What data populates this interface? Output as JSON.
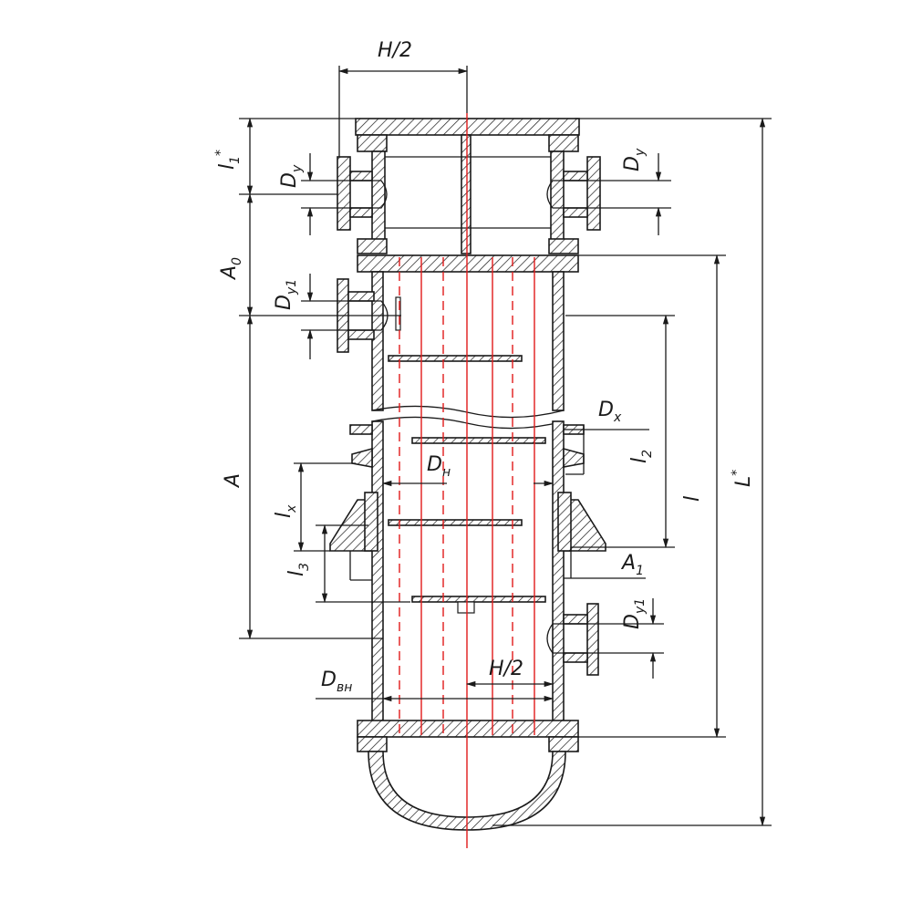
{
  "labels": {
    "h_half_top": "H/2",
    "l1": "l",
    "l1_sub": "1",
    "l1_sup": "*",
    "dy_left": "D",
    "dy_left_sub": "y",
    "dy_right": "D",
    "dy_right_sub": "y",
    "a0": "A",
    "a0_sub": "0",
    "dy1_left": "D",
    "dy1_left_sub": "y1",
    "dx": "D",
    "dx_sub": "x",
    "l2": "l",
    "l2_sub": "2",
    "dh": "D",
    "dh_sub": "н",
    "a": "A",
    "l": "l",
    "l_star": "L",
    "l_star_sup": "*",
    "lx": "l",
    "lx_sub": "x",
    "l3": "l",
    "l3_sub": "3",
    "a1": "A",
    "a1_sub": "1",
    "dy1_right": "D",
    "dy1_right_sub": "y1",
    "h_half_bottom": "H/2",
    "dvn": "D",
    "dvn_sub": "вн"
  },
  "colors": {
    "line": "#1a1a1a",
    "tube": "#e01b1b",
    "background": "#ffffff"
  }
}
